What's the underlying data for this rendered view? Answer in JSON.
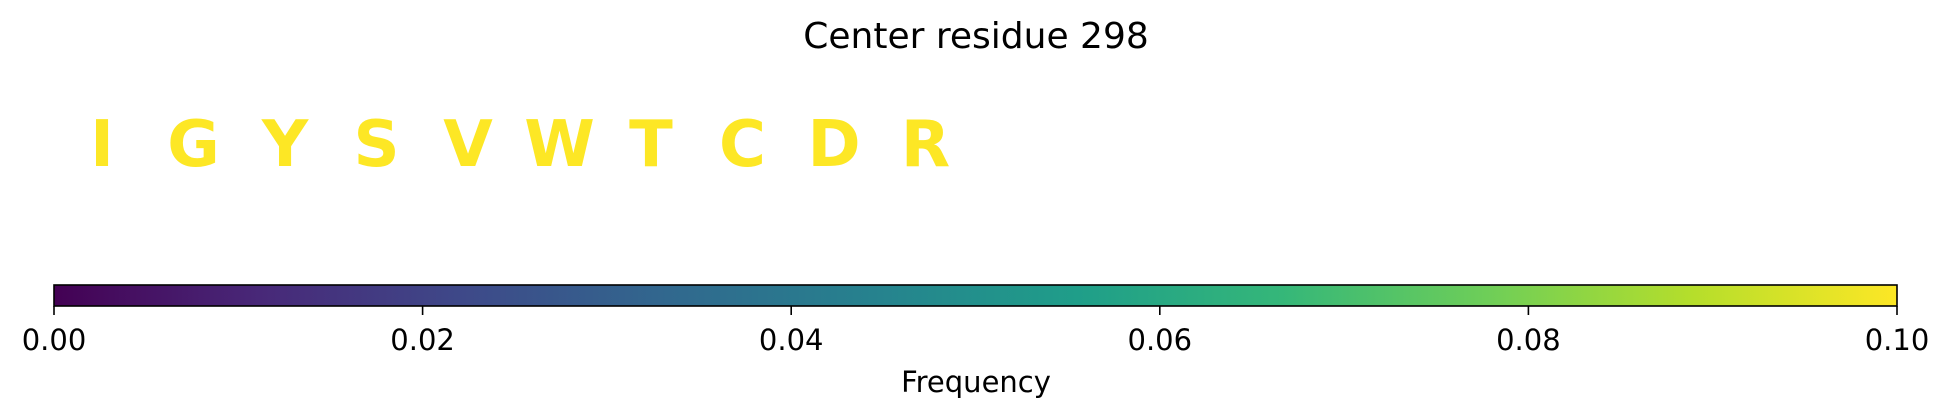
{
  "chart_data": {
    "type": "other",
    "title": "Center residue 298",
    "residues": [
      {
        "letter": "I",
        "frequency": 0.1
      },
      {
        "letter": "G",
        "frequency": 0.1
      },
      {
        "letter": "Y",
        "frequency": 0.1
      },
      {
        "letter": "S",
        "frequency": 0.1
      },
      {
        "letter": "V",
        "frequency": 0.1
      },
      {
        "letter": "W",
        "frequency": 0.1
      },
      {
        "letter": "T",
        "frequency": 0.1
      },
      {
        "letter": "C",
        "frequency": 0.1
      },
      {
        "letter": "D",
        "frequency": 0.1
      },
      {
        "letter": "R",
        "frequency": 0.1
      }
    ],
    "colorbar": {
      "label": "Frequency",
      "colormap": "viridis",
      "range": [
        0.0,
        0.1
      ],
      "ticks": [
        "0.00",
        "0.02",
        "0.04",
        "0.06",
        "0.08",
        "0.10"
      ],
      "orientation": "horizontal"
    }
  }
}
